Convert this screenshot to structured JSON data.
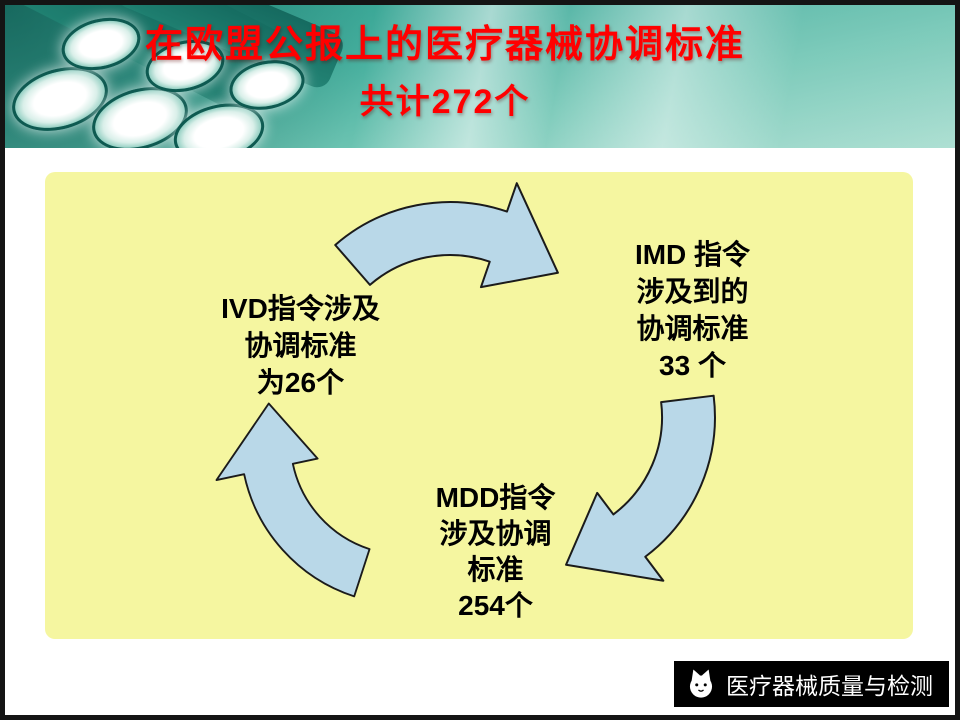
{
  "slide": {
    "title": {
      "line1": "在欧盟公报上的医疗器械协调标准",
      "line2": "共计272个"
    }
  },
  "diagram": {
    "type": "cycle",
    "direction": "clockwise",
    "nodes": {
      "imd": {
        "lines": [
          "IMD 指令",
          "涉及到的",
          "协调标准",
          "33 个"
        ]
      },
      "ivd": {
        "lines": [
          "IVD指令涉及",
          "协调标准",
          "为26个"
        ]
      },
      "mdd": {
        "lines": [
          "MDD指令",
          "涉及协调",
          "标准",
          "254个"
        ]
      }
    }
  },
  "footer": {
    "watermark_text": "医疗器械质量与检测"
  },
  "icons": {
    "lamp": "surgical-lamp",
    "logo": "cat-face",
    "arrows": "curved-cycle-arrow"
  },
  "colors": {
    "title-red": "#FF0000",
    "panel-yellow": "#F5F6A0",
    "arrow-blue": "#B9D8E8",
    "header-teal": "#2D9C8C",
    "watermark-bg": "#000000",
    "watermark-fg": "#FFFFFF"
  }
}
